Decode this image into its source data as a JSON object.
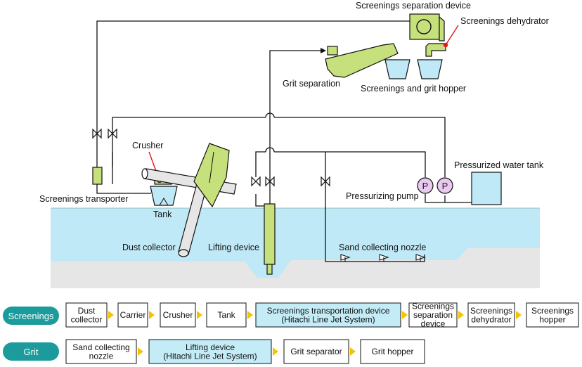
{
  "labels": {
    "screenings_separation_device": "Screenings separation device",
    "screenings_dehydrator": "Screenings dehydrator",
    "grit_separation": "Grit separation",
    "screenings_and_grit_hopper": "Screenings and grit hopper",
    "crusher": "Crusher",
    "pressurized_water_tank": "Pressurized water tank",
    "screenings_transporter": "Screenings transporter",
    "tank": "Tank",
    "pressurizing_pump": "Pressurizing pump",
    "dust_collector": "Dust collector",
    "lifting_device": "Lifting device",
    "sand_collecting_nozzle": "Sand collecting nozzle",
    "pump_letter": "P"
  },
  "flows": {
    "screenings": {
      "name": "Screenings",
      "steps": [
        [
          "Dust",
          "collector"
        ],
        [
          "Carrier"
        ],
        [
          "Crusher"
        ],
        [
          "Tank"
        ],
        [
          "Screenings transportation device",
          "(Hitachi Line Jet System)"
        ],
        [
          "Screenings",
          "separation",
          "device"
        ],
        [
          "Screenings",
          "dehydrator"
        ],
        [
          "Screenings",
          "hopper"
        ]
      ]
    },
    "grit": {
      "name": "Grit",
      "steps": [
        [
          "Sand collecting",
          "nozzle"
        ],
        [
          "Lifting device",
          "(Hitachi Line Jet System)"
        ],
        [
          "Grit separator"
        ],
        [
          "Grit hopper"
        ]
      ]
    }
  },
  "colors": {
    "equipment": "#c6e07c",
    "water": "#bfe9f6",
    "floor": "#e6e6e6",
    "pump": "#e9c9ef",
    "highlight_box": "#c4ecf7",
    "pill": "#1b9b9b",
    "arrow": "#f5c400",
    "marker": "#e8141c"
  },
  "icons": {
    "valve": "bowtie-valve-icon",
    "pump": "pump-circle-icon",
    "marker": "red-dot-icon"
  }
}
